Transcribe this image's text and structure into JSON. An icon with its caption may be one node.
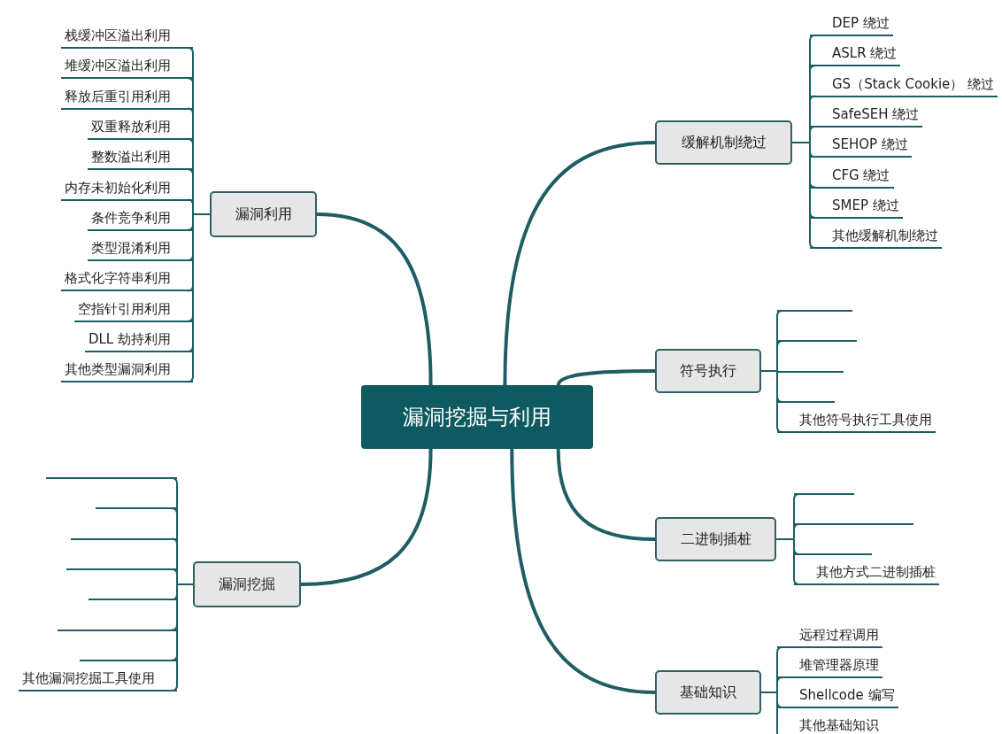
{
  "diagram": {
    "nodes": [
      {
        "text": [
          "漏洞挖掘与利用"
        ]
      },
      {
        "text": [
          "漏洞利用"
        ]
      },
      {
        "text": [
          "栈缓冲区溢出利用"
        ]
      },
      {
        "text": [
          "堆缓冲区溢出利用"
        ]
      },
      {
        "text": [
          "释放后重引用利用"
        ]
      },
      {
        "text": [
          "双重释放利用"
        ]
      },
      {
        "text": [
          "整数溢出利用"
        ]
      },
      {
        "text": [
          "内存未初始化利用"
        ]
      },
      {
        "text": [
          "条件竞争利用"
        ]
      },
      {
        "text": [
          "类型混淆利用"
        ]
      },
      {
        "text": [
          "格式化字符串利用"
        ]
      },
      {
        "text": [
          "空指针引用利用"
        ]
      },
      {
        "text": [
          "DLL 劫持利用"
        ]
      },
      {
        "text": [
          "其他类型漏洞利用"
        ]
      },
      {
        "text": [
          "缓解机制绕过"
        ]
      },
      {
        "text": [
          "DEP 绕过"
        ]
      },
      {
        "text": [
          "ASLR 绕过"
        ]
      },
      {
        "text": [
          "GS（Stack Cookie） 绕过"
        ]
      },
      {
        "text": [
          "SafeSEH 绕过"
        ]
      },
      {
        "text": [
          "SEHOP 绕过"
        ]
      },
      {
        "text": [
          "CFG 绕过"
        ]
      },
      {
        "text": [
          "SMEP 绕过"
        ]
      },
      {
        "text": [
          "其他缓解机制绕过"
        ]
      },
      {
        "text": [
          "符号执行"
        ]
      },
      {
        "text": [],
        "shape": "line"
      },
      {
        "text": [],
        "shape": "line"
      },
      {
        "text": [],
        "shape": "line"
      },
      {
        "text": [],
        "shape": "line"
      },
      {
        "text": [
          "其他符号执行工具使用"
        ]
      },
      {
        "text": [
          "漏洞挖掘"
        ]
      },
      {
        "text": [],
        "shape": "line"
      },
      {
        "text": [],
        "shape": "line"
      },
      {
        "text": [],
        "shape": "line"
      },
      {
        "text": [],
        "shape": "line"
      },
      {
        "text": [],
        "shape": "line"
      },
      {
        "text": [],
        "shape": "line"
      },
      {
        "text": [],
        "shape": "line"
      },
      {
        "text": [
          "其他漏洞挖掘工具使用"
        ]
      },
      {
        "text": [
          "二进制插桩"
        ]
      },
      {
        "text": [],
        "shape": "line"
      },
      {
        "text": [],
        "shape": "line"
      },
      {
        "text": [],
        "shape": "line"
      },
      {
        "text": [
          "其他方式二进制插桩"
        ]
      },
      {
        "text": [
          "基础知识"
        ]
      },
      {
        "text": [
          "远程过程调用"
        ]
      },
      {
        "text": [
          "堆管理器原理"
        ]
      },
      {
        "text": [
          "Shellcode 编写"
        ]
      },
      {
        "text": [
          "其他基础知识"
        ]
      }
    ],
    "edges": [
      {
        "from": 0,
        "to": 1,
        "arrow": "none",
        "style": "thick"
      },
      {
        "from": 0,
        "to": 14,
        "arrow": "none",
        "style": "thick"
      },
      {
        "from": 0,
        "to": 23,
        "arrow": "none",
        "style": "thick"
      },
      {
        "from": 0,
        "to": 29,
        "arrow": "none",
        "style": "thick"
      },
      {
        "from": 0,
        "to": 38,
        "arrow": "none",
        "style": "thick"
      },
      {
        "from": 0,
        "to": 43,
        "arrow": "none",
        "style": "thick"
      },
      {
        "from": 1,
        "to": 2,
        "arrow": "none"
      },
      {
        "from": 1,
        "to": 3,
        "arrow": "none"
      },
      {
        "from": 1,
        "to": 4,
        "arrow": "none"
      },
      {
        "from": 1,
        "to": 5,
        "arrow": "none"
      },
      {
        "from": 1,
        "to": 6,
        "arrow": "none"
      },
      {
        "from": 1,
        "to": 7,
        "arrow": "none"
      },
      {
        "from": 1,
        "to": 8,
        "arrow": "none"
      },
      {
        "from": 1,
        "to": 9,
        "arrow": "none"
      },
      {
        "from": 1,
        "to": 10,
        "arrow": "none"
      },
      {
        "from": 1,
        "to": 11,
        "arrow": "none"
      },
      {
        "from": 1,
        "to": 12,
        "arrow": "none"
      },
      {
        "from": 1,
        "to": 13,
        "arrow": "none"
      },
      {
        "from": 14,
        "to": 15,
        "arrow": "none"
      },
      {
        "from": 14,
        "to": 16,
        "arrow": "none"
      },
      {
        "from": 14,
        "to": 17,
        "arrow": "none"
      },
      {
        "from": 14,
        "to": 18,
        "arrow": "none"
      },
      {
        "from": 14,
        "to": 19,
        "arrow": "none"
      },
      {
        "from": 14,
        "to": 20,
        "arrow": "none"
      },
      {
        "from": 14,
        "to": 21,
        "arrow": "none"
      },
      {
        "from": 14,
        "to": 22,
        "arrow": "none"
      },
      {
        "from": 23,
        "to": 24,
        "arrow": "none"
      },
      {
        "from": 23,
        "to": 25,
        "arrow": "none"
      },
      {
        "from": 23,
        "to": 26,
        "arrow": "none"
      },
      {
        "from": 23,
        "to": 27,
        "arrow": "none"
      },
      {
        "from": 23,
        "to": 28,
        "arrow": "none"
      },
      {
        "from": 29,
        "to": 30,
        "arrow": "none"
      },
      {
        "from": 29,
        "to": 31,
        "arrow": "none"
      },
      {
        "from": 29,
        "to": 32,
        "arrow": "none"
      },
      {
        "from": 29,
        "to": 33,
        "arrow": "none"
      },
      {
        "from": 29,
        "to": 34,
        "arrow": "none"
      },
      {
        "from": 29,
        "to": 35,
        "arrow": "none"
      },
      {
        "from": 29,
        "to": 36,
        "arrow": "none"
      },
      {
        "from": 29,
        "to": 37,
        "arrow": "none"
      },
      {
        "from": 38,
        "to": 39,
        "arrow": "none"
      },
      {
        "from": 38,
        "to": 40,
        "arrow": "none"
      },
      {
        "from": 38,
        "to": 41,
        "arrow": "none"
      },
      {
        "from": 38,
        "to": 42,
        "arrow": "none"
      },
      {
        "from": 43,
        "to": 44,
        "arrow": "none"
      },
      {
        "from": 43,
        "to": 45,
        "arrow": "none"
      },
      {
        "from": 43,
        "to": 46,
        "arrow": "none"
      },
      {
        "from": 43,
        "to": 47,
        "arrow": "none"
      }
    ]
  }
}
